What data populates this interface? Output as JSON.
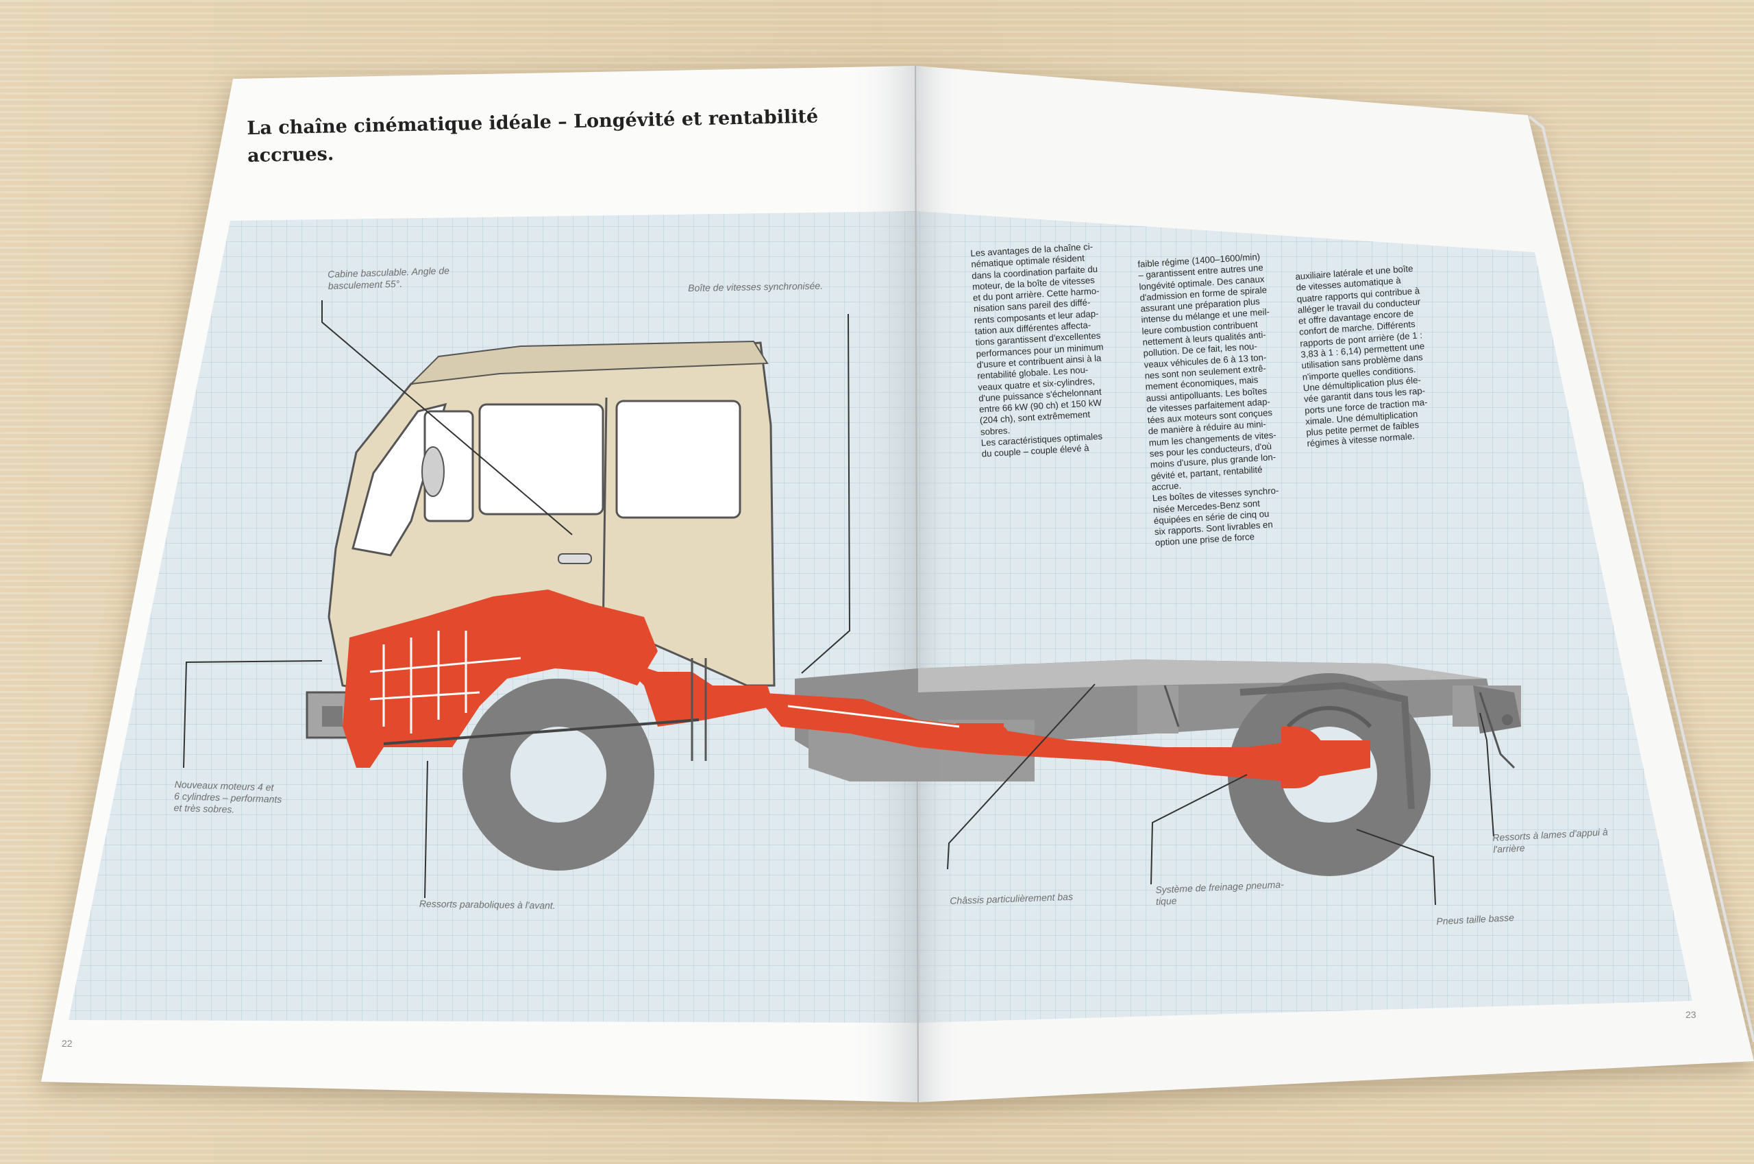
{
  "title": "La chaîne cinématique idéale – Longévité et rentabilité accrues.",
  "callouts": {
    "cabin": "Cabine basculable. Angle de\nbasculement 55°.",
    "gearbox": "Boîte de vitesses synchronisée.",
    "engines": "Nouveaux moteurs 4 et\n6 cylindres – performants\net très sobres.",
    "front_springs": "Ressorts paraboliques à l'avant.",
    "chassis": "Châssis particulièrement bas",
    "brakes": "Système de freinage pneuma-\ntique",
    "rear_springs": "Ressorts à lames d'appui à\nl'arrière",
    "tyres": "Pneus taille basse"
  },
  "columns": {
    "col1": "Les avantages de la chaîne ci-\nnématique optimale résident\ndans la coordination parfaite du\nmoteur, de la boîte de vitesses\net du pont arrière. Cette harmo-\nnisation sans pareil des diffé-\nrents composants et leur adap-\ntation aux différentes affecta-\ntions garantissent d'excellentes\nperformances pour un minimum\nd'usure et contribuent ainsi à la\nrentabilité globale. Les nou-\nveaux quatre et six-cylindres,\nd'une puissance s'échelonnant\nentre 66 kW (90 ch) et 150 kW\n(204 ch), sont extrêmement\nsobres.\nLes caractéristiques optimales\ndu couple – couple élevé à",
    "col2": "faible régime (1400–1600/min)\n– garantissent entre autres une\nlongévité optimale. Des canaux\nd'admission en forme de spirale\nassurant une préparation plus\nintense du mélange et une meil-\nleure combustion contribuent\nnettement à leurs qualités anti-\npollution. De ce fait, les nou-\nveaux véhicules de 6 à 13 ton-\nnes sont non seulement extrê-\nmement économiques, mais\naussi antipolluants. Les boîtes\nde vitesses parfaitement adap-\ntées aux moteurs sont conçues\nde manière à réduire au mini-\nmum les changements de vites-\nses pour les conducteurs, d'où\nmoins d'usure, plus grande lon-\ngévité et, partant, rentabilité\naccrue.\nLes boîtes de vitesses synchro-\nnisée Mercedes-Benz sont\néquipées en série de cinq ou\nsix rapports. Sont livrables en\noption une prise de force",
    "col3": "auxiliaire latérale et une boîte\nde vitesses automatique à\nquatre rapports qui contribue à\nalléger le travail du conducteur\net offre davantage encore de\nconfort de marche. Différents\nrapports de pont arrière (de 1 :\n3,83 à 1 : 6,14) permettent une\nutilisation sans problème dans\nn'importe quelles conditions.\nUne démultiplication plus éle-\nvée garantit dans tous les rap-\nports une force de traction ma-\nximale. Une démultiplication\nplus petite permet de faibles\nrégimes à vitesse normale."
  },
  "page_numbers": {
    "left": "22",
    "right": "23"
  },
  "colors": {
    "grid_bg": "#dfe9ee",
    "grid_line": "#b9ccd6",
    "cab": "#e4d8bd",
    "drivetrain": "#e2492d",
    "chassis_grey": "#8e8e8e",
    "tyre": "#7d7d7d"
  }
}
